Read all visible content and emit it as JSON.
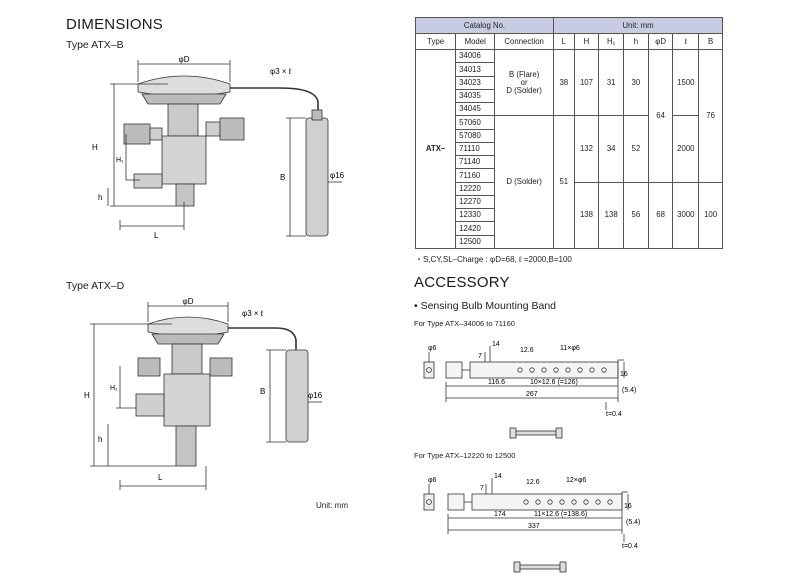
{
  "dimensions": {
    "title": "DIMENSIONS",
    "type_b_label": "Type ATX–B",
    "type_d_label": "Type ATX–D",
    "unit_label": "Unit: mm",
    "dim_labels": {
      "phiD": "φD",
      "phi3l": "φ3 × ℓ",
      "H": "H",
      "H1": "H₁",
      "h": "h",
      "L": "L",
      "B": "B",
      "phi16": "φ16"
    }
  },
  "catalog": {
    "head": {
      "catalog_no": "Catalog No.",
      "unit": "Unit: mm",
      "type": "Type",
      "model": "Model",
      "connection": "Connection",
      "L": "L",
      "H": "H",
      "H1": "H₁",
      "h": "h",
      "phiD": "φD",
      "l": "ℓ",
      "B": "B"
    },
    "type_value": "ATX–",
    "models": [
      "34006",
      "34013",
      "34023",
      "34035",
      "34045",
      "57060",
      "57080",
      "71110",
      "71140",
      "71160",
      "12220",
      "12270",
      "12330",
      "12420",
      "12500"
    ],
    "conn_flare": [
      "B (Flare)",
      "or",
      "D (Solder)"
    ],
    "conn_solder": "D (Solder)",
    "L_values": [
      "38",
      "51"
    ],
    "group1": {
      "H": "107",
      "H1": "31",
      "h": "30",
      "l": "1500"
    },
    "group2": {
      "H": "132",
      "H1": "34",
      "h": "52",
      "l": "2000"
    },
    "group3": {
      "H": "138",
      "H1": "138",
      "h": "56",
      "phiD": "68",
      "l": "3000",
      "B": "100"
    },
    "phiD_top": "64",
    "B_top": "76",
    "footnote": "・S,CY,SL–Charge : φD=68, ℓ =2000,B=100"
  },
  "accessory": {
    "title": "ACCESSORY",
    "item": "• Sensing Bulb Mounting Band",
    "for1": "For Type ATX–34006 to 71160",
    "for2": "For Type ATX–12220 to 12500",
    "band1": {
      "phi6": "φ6",
      "d14": "14",
      "d7": "7",
      "d126": "12.6",
      "holes": "11×φ6",
      "d1166": "116.6",
      "span": "10×12.6 (=126)",
      "d267": "267",
      "d16": "16",
      "d54": "(5.4)",
      "t": "t=0.4"
    },
    "band2": {
      "phi6": "φ6",
      "d14": "14",
      "d7": "7",
      "d126": "12.6",
      "holes": "12×φ6",
      "d174": "174",
      "span": "11×12.6 (=138.6)",
      "d337": "337",
      "d16": "16",
      "d54": "(5.4)",
      "t": "t=0.4"
    }
  }
}
